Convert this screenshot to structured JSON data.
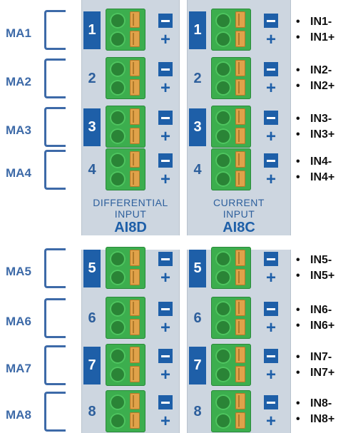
{
  "modules": [
    {
      "caption_line1": "DIFFERENTIAL",
      "caption_line2": "INPUT",
      "name": "AI8D"
    },
    {
      "caption_line1": "CURRENT",
      "caption_line2": "INPUT",
      "name": "AI8C"
    }
  ],
  "channels": [
    "1",
    "2",
    "3",
    "4",
    "5",
    "6",
    "7",
    "8"
  ],
  "ma_labels": [
    "MA1",
    "MA2",
    "MA3",
    "MA4",
    "MA5",
    "MA6",
    "MA7",
    "MA8"
  ],
  "inputs": [
    [
      "IN1-",
      "IN1+"
    ],
    [
      "IN2-",
      "IN2+"
    ],
    [
      "IN3-",
      "IN3+"
    ],
    [
      "IN4-",
      "IN4+"
    ],
    [
      "IN5-",
      "IN5+"
    ],
    [
      "IN6-",
      "IN6+"
    ],
    [
      "IN7-",
      "IN7+"
    ],
    [
      "IN8-",
      "IN8+"
    ]
  ],
  "bullet": "•",
  "plus_sign": "+",
  "colors": {
    "accent": "#1e5fa8",
    "label": "#3d6aa8",
    "terminal": "#3cae4e",
    "lever": "#e0a24a"
  },
  "icons": {
    "terminal": "terminal-block-icon",
    "minus": "minus-icon",
    "plus": "plus-icon"
  }
}
